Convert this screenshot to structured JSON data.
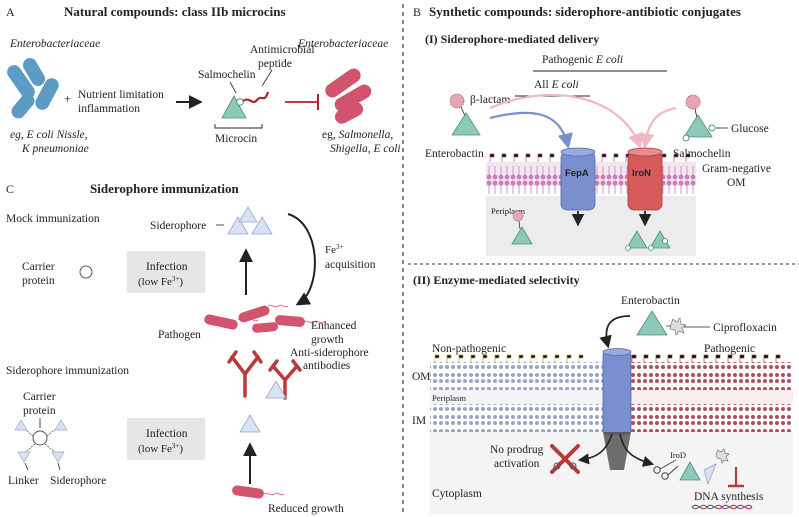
{
  "panel_a": {
    "letter": "A",
    "title": "Natural compounds: class IIb microcins",
    "producer": "Enterobacteriaceae",
    "producer_eg_1": "eg, E coli Nissle,",
    "producer_eg_2": "K pneumoniae",
    "plus": "+",
    "condition_1": "Nutrient limitation",
    "condition_2": "inflammation",
    "salmochelin": "Salmochelin",
    "antimicrobial_1": "Antimicrobial",
    "antimicrobial_2": "peptide",
    "microcin": "Microcin",
    "target": "Enterobacteriaceae",
    "target_eg_1": "eg, Salmonella,",
    "target_eg_2": "Shigella, E coli"
  },
  "panel_b": {
    "letter": "B",
    "title": "Synthetic compounds: siderophore-antibiotic conjugates",
    "sub1": "(I) Siderophore-mediated delivery",
    "pathogenic": "Pathogenic E coli",
    "all": "All E coli",
    "beta_lactam": "β-lactam",
    "enterobactin": "Enterobactin",
    "salmochelin": "Salmochelin",
    "glucose": "Glucose",
    "fepa": "FepA",
    "iron": "IroN",
    "gram_neg_1": "Gram-negative",
    "gram_neg_2": "OM",
    "periplasm": "Periplasm",
    "sub2": "(II) Enzyme-mediated selectivity",
    "enterobactin2": "Enterobactin",
    "cipro": "Ciprofloxacin",
    "nonpath": "Non-pathogenic",
    "path": "Pathogenic",
    "om": "OM",
    "periplasm2": "Periplasm",
    "im": "IM",
    "no_prodrug_1": "No prodrug",
    "no_prodrug_2": "activation",
    "irod": "IroD",
    "dna": "DNA synthesis",
    "cytoplasm": "Cytoplasm"
  },
  "panel_c": {
    "letter": "C",
    "title": "Siderophore immunization",
    "mock": "Mock immunization",
    "carrier_1": "Carrier",
    "carrier_2": "protein",
    "siderophore": "Siderophore",
    "infection": "Infection",
    "low_fe": "(low Fe",
    "low_fe_sup": "3+",
    "low_fe_end": ")",
    "fe_sup": "3+",
    "fe": "Fe",
    "acquisition": "acquisition",
    "pathogen": "Pathogen",
    "enhanced_1": "Enhanced",
    "enhanced_2": "growth",
    "sid_immun": "Siderophore immunization",
    "carrier2_1": "Carrier",
    "carrier2_2": "protein",
    "linker": "Linker",
    "siderophore2": "Siderophore",
    "infection2": "Infection",
    "anti_1": "Anti-siderophore",
    "anti_2": "antibodies",
    "reduced": "Reduced growth"
  },
  "colors": {
    "blue_bacteria": "#5b9bc4",
    "red_bacteria": "#d1536e",
    "triangle_fill": "#8ec8b6",
    "pale_triangle": "#d8e2f2",
    "fepa_blue": "#7a8fce",
    "iron_red": "#d85b5b",
    "antibody_red": "#b83a3a",
    "membrane_purple": "#c77fb6",
    "grey_box": "#e6e6e6"
  }
}
